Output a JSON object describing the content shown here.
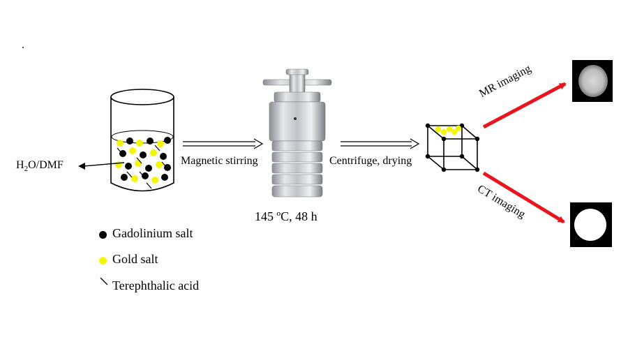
{
  "stray_mark": ".",
  "solvent_label": {
    "main": "H",
    "sub": "2",
    "rest": "O/DMF"
  },
  "step1_label": "Magnetic stirring",
  "condition_label": "145 ºC, 48 h",
  "step2_label": "Centrifuge, drying",
  "mr_label": "MR imaging",
  "ct_label": "CT imaging",
  "legend": {
    "items": [
      {
        "symbol": "black-dot",
        "label": "Gadolinium salt"
      },
      {
        "symbol": "yellow-dot",
        "label": "Gold salt"
      },
      {
        "symbol": "slash",
        "label": "Terephthalic acid"
      }
    ]
  },
  "colors": {
    "gadolinium": "#000000",
    "gold": "#f5f50a",
    "arrow_red": "#e8141e",
    "steel": "#b8bcc0"
  }
}
